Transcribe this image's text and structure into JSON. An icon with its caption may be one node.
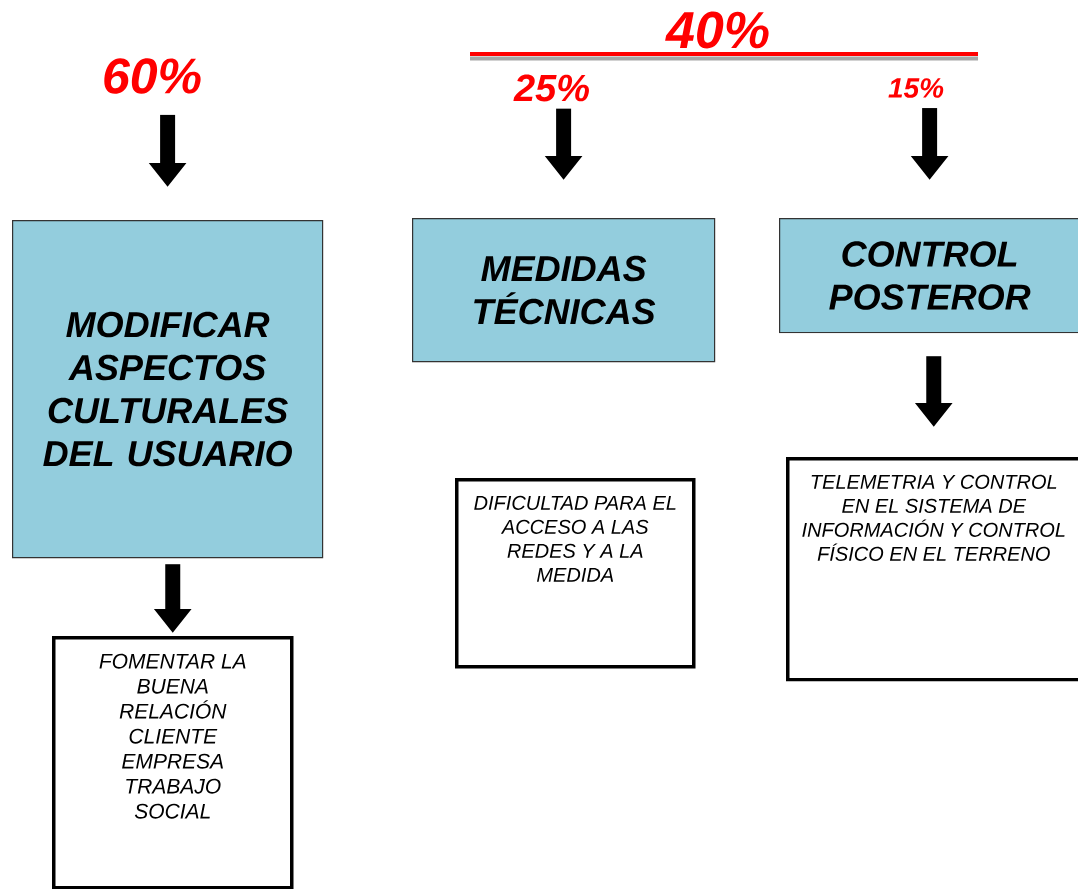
{
  "diagram": {
    "nodes": [
      {
        "text": [
          "60%"
        ]
      },
      {
        "text": [
          "MODIFICAR ASPECTOS CULTURALES DEL USUARIO"
        ]
      },
      {
        "text": [
          "FOMENTAR LA BUENA RELACIÓN CLIENTE EMPRESA",
          "TRABAJO SOCIAL"
        ]
      },
      {
        "text": [
          "40%"
        ]
      },
      {
        "text": [
          "25%"
        ]
      },
      {
        "text": [
          "MEDIDAS TÉCNICAS"
        ]
      },
      {
        "text": [
          "DIFICULTAD PARA EL ACCESO A LAS REDES Y A LA MEDIDA"
        ]
      },
      {
        "text": [
          "15%"
        ]
      },
      {
        "text": [
          "CONTROL POSTEROR"
        ]
      },
      {
        "text": [
          "TELEMETRIA Y CONTROL EN EL SISTEMA DE INFORMACIÓN Y CONTROL FÍSICO EN EL TERRENO"
        ]
      }
    ],
    "edges": [
      {
        "from": 0,
        "to": 1,
        "arrow": "to"
      },
      {
        "from": 1,
        "to": 2,
        "arrow": "to"
      },
      {
        "from": 4,
        "to": 5,
        "arrow": "to"
      },
      {
        "from": 7,
        "to": 8,
        "arrow": "to"
      },
      {
        "from": 8,
        "to": 9,
        "arrow": "to"
      }
    ]
  }
}
